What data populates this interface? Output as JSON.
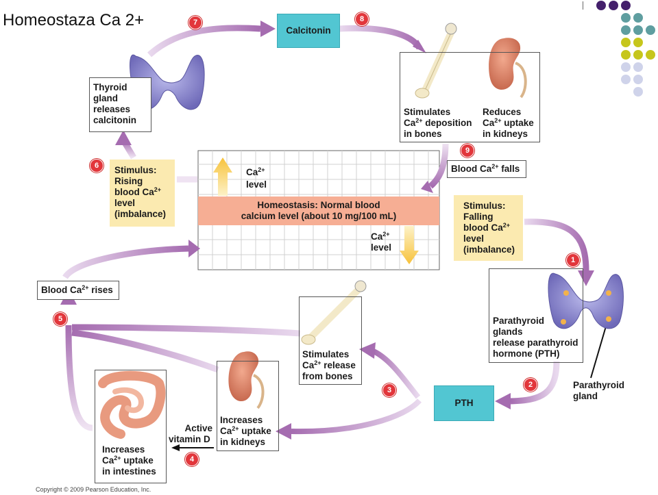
{
  "slide_title": "Homeostaza Ca 2+",
  "copyright": "Copyright © 2009 Pearson Education, Inc.",
  "center": {
    "line1": "Homeostasis: Normal blood",
    "line2": "calcium level (about 10 mg/100 mL)",
    "up_ca": "Ca",
    "up_level": "level",
    "down_ca": "Ca",
    "down_level": "level",
    "sup": "2+"
  },
  "boxes": {
    "calcitonin": "Calcitonin",
    "pth": "PTH",
    "thyroid": [
      "Thyroid",
      "gland",
      "releases",
      "calcitonin"
    ],
    "stimulates_dep": [
      "Stimulates",
      "Ca",
      " deposition",
      "in bones"
    ],
    "reduces": [
      "Reduces",
      "Ca",
      " uptake",
      "in kidneys"
    ],
    "blood_falls_a": "Blood Ca",
    "blood_falls_b": " falls",
    "blood_rises_a": "Blood Ca",
    "blood_rises_b": " rises",
    "stim_rising": [
      "Stimulus:",
      "Rising",
      "blood Ca",
      "level",
      "(imbalance)"
    ],
    "stim_falling": [
      "Stimulus:",
      "Falling",
      "blood Ca",
      "level",
      "(imbalance)"
    ],
    "parathyroid_release": [
      "Parathyroid",
      "glands",
      "release parathyroid",
      "hormone (PTH)"
    ],
    "parathyroid_gland": [
      "Parathyroid",
      "gland"
    ],
    "release_bones": [
      "Stimulates",
      "Ca",
      " release",
      "from bones"
    ],
    "increases_kidneys": [
      "Increases",
      "Ca",
      " uptake",
      "in kidneys"
    ],
    "increases_intestines": [
      "Increases",
      "Ca",
      " uptake",
      "in intestines"
    ],
    "active_vitd": [
      "Active",
      "vitamin D"
    ]
  },
  "steps": [
    "1",
    "2",
    "3",
    "4",
    "5",
    "6",
    "7",
    "8",
    "9"
  ],
  "colors": {
    "arrow_purple": "#a56cb0",
    "cyan_box": "#52c6d2",
    "yellow_box": "#fbeab0",
    "homeostasis_band": "#f6ae94",
    "step_red": "#e2363b",
    "dot_purple": "#44206b",
    "dot_teal": "#5f9ea0",
    "dot_olive": "#c6c61c",
    "dot_lavender": "#cfd3ea"
  }
}
